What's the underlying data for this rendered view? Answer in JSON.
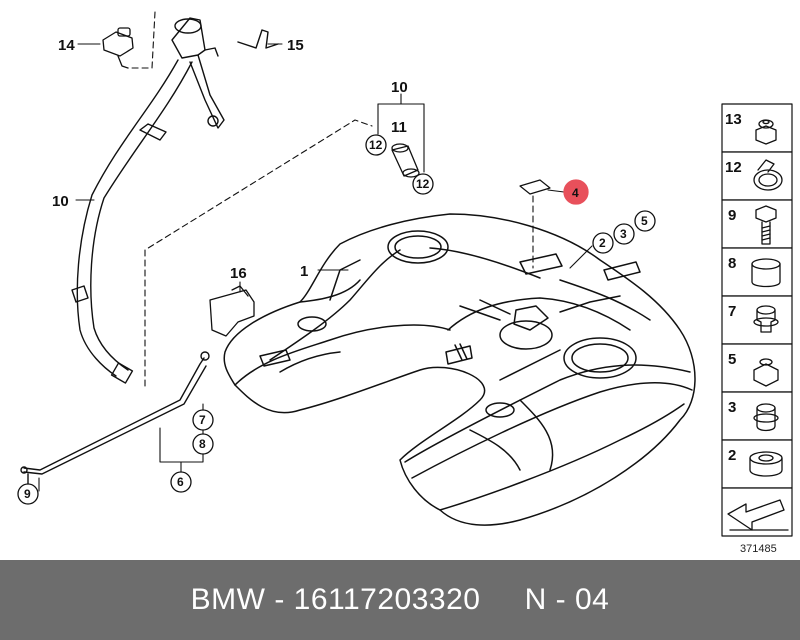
{
  "callouts": {
    "c14": "14",
    "c15": "15",
    "c10a": "10",
    "c10b": "10",
    "c11": "11",
    "c16": "16",
    "c1": "1",
    "c12a": "12",
    "c12b": "12",
    "c4": "4",
    "c2": "2",
    "c3": "3",
    "c5": "5",
    "c7": "7",
    "c8": "8",
    "c6": "6",
    "c9": "9"
  },
  "side_panel": [
    "13",
    "12",
    "9",
    "8",
    "7",
    "5",
    "3",
    "2"
  ],
  "diagram_id": "371485",
  "footer": {
    "text": "BMW - 16117203320     N - 04"
  },
  "colors": {
    "highlight": "#e8505b",
    "footer_bg": "#6d6d6d"
  }
}
